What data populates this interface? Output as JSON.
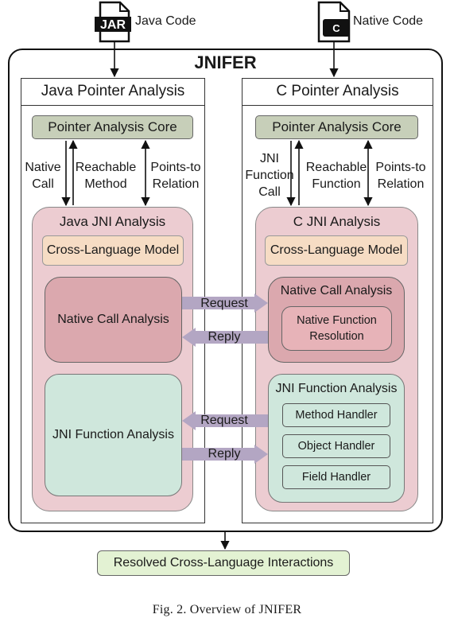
{
  "inputs": {
    "java_icon_text": "JAR",
    "java_label": "Java Code",
    "native_icon_text": "C",
    "native_label": "Native Code"
  },
  "title": "JNIFER",
  "java_panel": {
    "title": "Java Pointer Analysis",
    "core": "Pointer Analysis Core",
    "edge_labels": {
      "native_call": [
        "Native",
        "Call"
      ],
      "reachable": [
        "Reachable",
        "Method"
      ],
      "points_to": [
        "Points-to",
        "Relation"
      ]
    },
    "jni": {
      "title": "Java JNI Analysis",
      "model": "Cross-Language Model",
      "native_call": "Native Call Analysis",
      "jni_function": "JNI Function Analysis"
    }
  },
  "c_panel": {
    "title": "C Pointer Analysis",
    "core": "Pointer Analysis Core",
    "edge_labels": {
      "jni_call": [
        "JNI",
        "Function",
        "Call"
      ],
      "reachable": [
        "Reachable",
        "Function"
      ],
      "points_to": [
        "Points-to",
        "Relation"
      ]
    },
    "jni": {
      "title": "C JNI Analysis",
      "model": "Cross-Language Model",
      "native_call": {
        "title": "Native Call Analysis",
        "inner": [
          "Native Function",
          "Resolution"
        ]
      },
      "jni_function": {
        "title": "JNI Function Analysis",
        "handlers": [
          "Method Handler",
          "Object Handler",
          "Field Handler"
        ]
      }
    }
  },
  "arrows": {
    "request_top": "Request",
    "reply_top": "Reply",
    "request_bottom": "Request",
    "reply_bottom": "Reply"
  },
  "result": "Resolved Cross-Language Interactions",
  "caption": "Fig. 2.  Overview of JNIFER",
  "colors": {
    "core": "#c7cfb9",
    "jni_box": "#ecccd1",
    "model": "#f6dcc4",
    "native_call": "#dba8ae",
    "jni_function": "#cfe7dc",
    "result": "#e3f2d3",
    "flow_arrow": "#b3a6c3"
  }
}
